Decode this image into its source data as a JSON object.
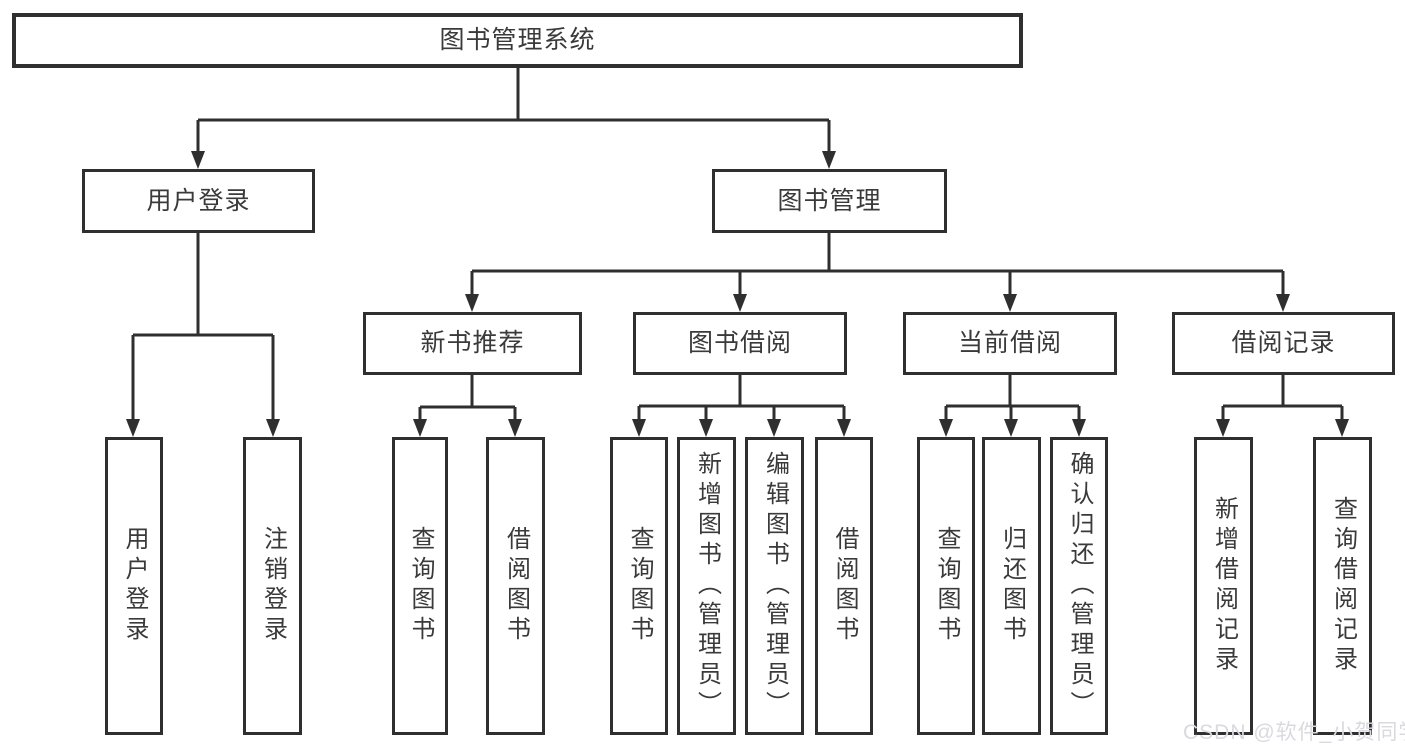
{
  "diagram": {
    "root": {
      "label": "图书管理系统"
    },
    "level2": [
      {
        "label": "用户登录"
      },
      {
        "label": "图书管理"
      }
    ],
    "level3": [
      {
        "label": "新书推荐"
      },
      {
        "label": "图书借阅"
      },
      {
        "label": "当前借阅"
      },
      {
        "label": "借阅记录"
      }
    ],
    "leaves": {
      "user_login": [
        {
          "label": "用户登录"
        },
        {
          "label": "注销登录"
        }
      ],
      "new_books": [
        {
          "label": "查询图书"
        },
        {
          "label": "借阅图书"
        }
      ],
      "borrow": [
        {
          "label": "查询图书"
        },
        {
          "label": "新增图书（管理员）"
        },
        {
          "label": "编辑图书（管理员）"
        },
        {
          "label": "借阅图书"
        }
      ],
      "current": [
        {
          "label": "查询图书"
        },
        {
          "label": "归还图书"
        },
        {
          "label": "确认归还（管理员）"
        }
      ],
      "records": [
        {
          "label": "新增借阅记录"
        },
        {
          "label": "查询借阅记录"
        }
      ]
    },
    "watermark": "CSDN @软件_小贺同学",
    "colors": {
      "line": "#2f2f2f",
      "text": "#3a3a3a",
      "background": "#ffffff",
      "watermark": "#d9d9e0"
    }
  }
}
